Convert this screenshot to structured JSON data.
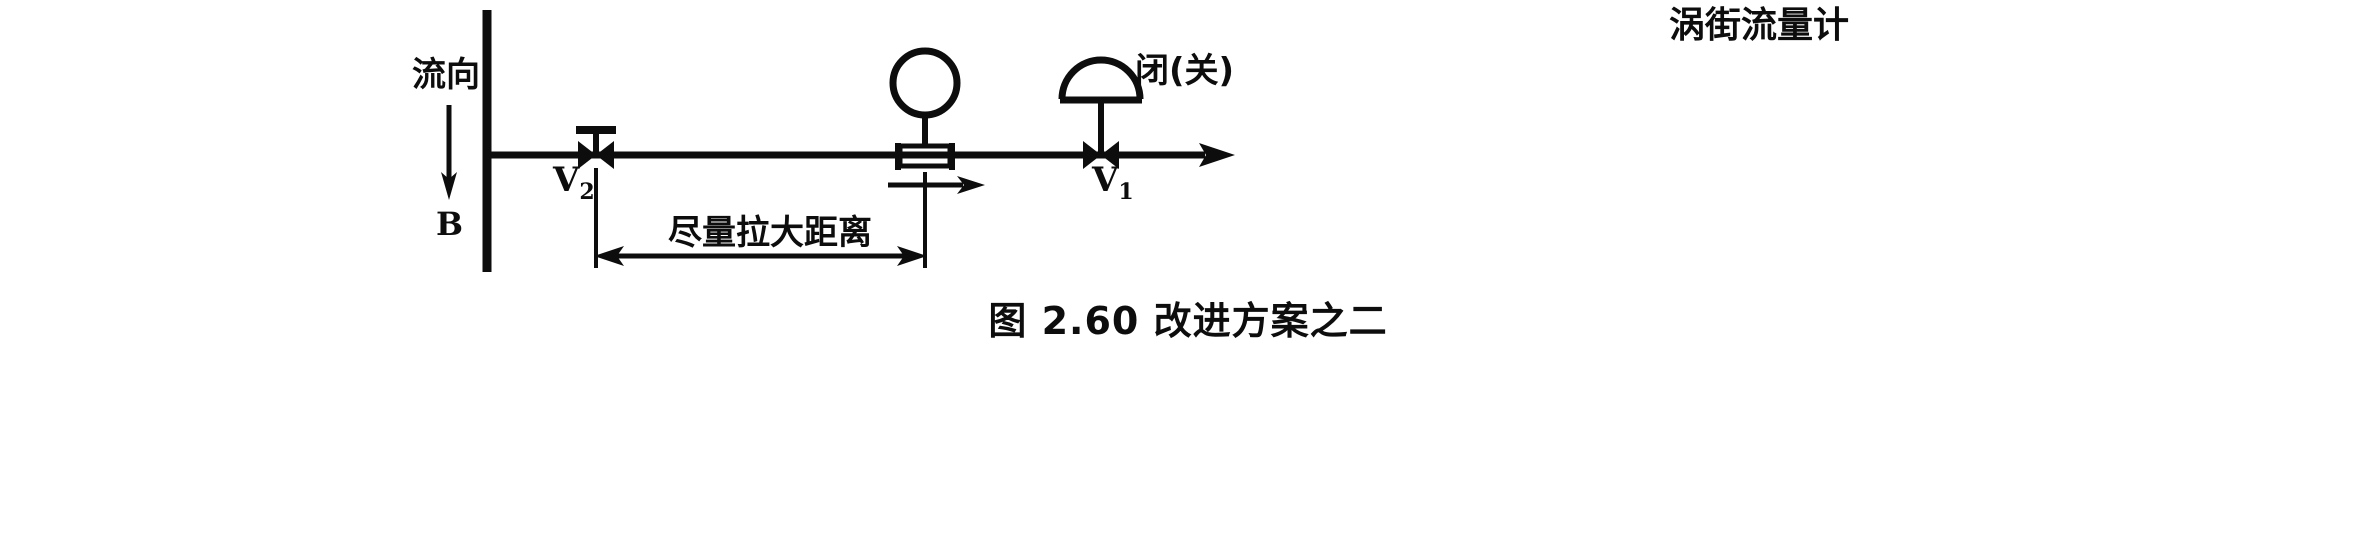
{
  "figure": {
    "caption": "图 2.60  改进方案之二",
    "caption_number": "2.60",
    "caption_title": "改进方案之二"
  },
  "labels": {
    "flow_direction": "流向",
    "header_tag": "B",
    "flowmeter": "涡街流量计",
    "valve_closed_state": "闭(关)",
    "valve_upstream": "V",
    "valve_upstream_subscript": "2",
    "valve_downstream": "V",
    "valve_downstream_subscript": "1",
    "distance_note": "尽量拉大距离"
  },
  "components": [
    {
      "name": "supply-header",
      "type": "vertical-pipe",
      "label": "B",
      "note": "流向"
    },
    {
      "name": "valve-v2",
      "type": "manual-gate-valve",
      "label": "V2",
      "actuator": "handwheel-stem"
    },
    {
      "name": "vortex-flowmeter",
      "type": "inline-flowmeter",
      "label": "涡街流量计",
      "symbol": "circle-on-stem"
    },
    {
      "name": "valve-v1",
      "type": "control-valve",
      "label": "V1",
      "actuator": "diaphragm-dome",
      "state": "闭(关)"
    }
  ],
  "annotations": {
    "dimension": {
      "text": "尽量拉大距离",
      "from": "valve-v2",
      "to": "vortex-flowmeter",
      "style": "double-headed-arrow"
    },
    "flow_arrows": [
      {
        "name": "header-flow-arrow",
        "direction": "down"
      },
      {
        "name": "pipe-flow-arrow",
        "direction": "right"
      },
      {
        "name": "meter-flow-arrow",
        "direction": "right"
      }
    ]
  },
  "colors": {
    "ink": "#0d0d0d",
    "background": "#ffffff"
  }
}
